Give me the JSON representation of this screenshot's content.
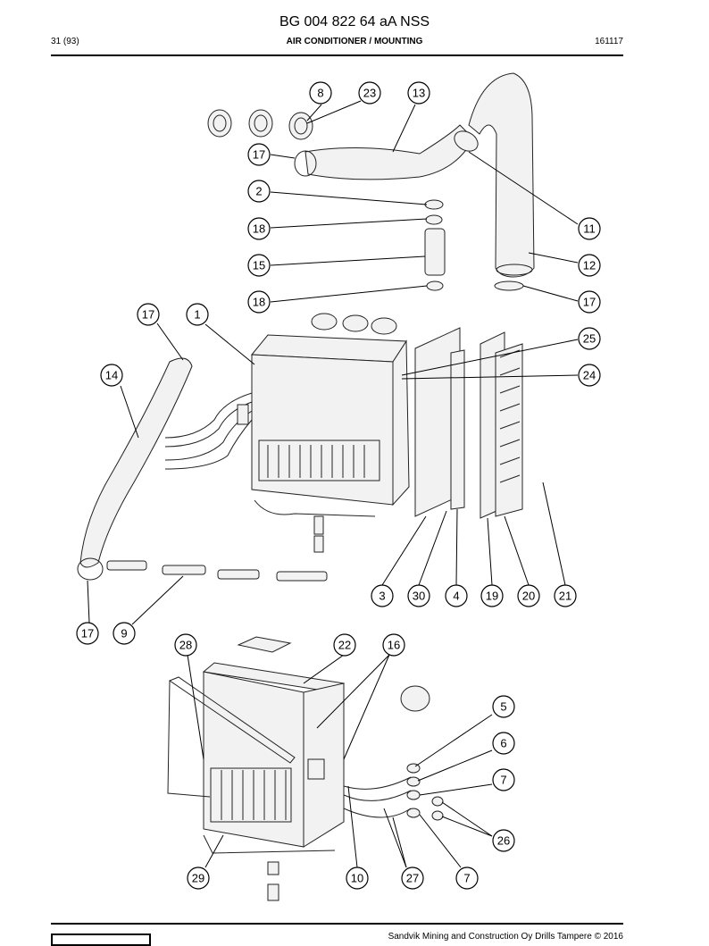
{
  "header": {
    "document_number": "BG 004 822 64 aA NSS",
    "page": "31 (93)",
    "section_title": "AIR CONDITIONER / MOUNTING",
    "date_code": "161117"
  },
  "footer": {
    "copyright": "Sandvik Mining and Construction Oy Drills Tampere © 2016"
  },
  "callouts": [
    "8",
    "23",
    "13",
    "17",
    "2",
    "18",
    "15",
    "18",
    "11",
    "12",
    "17",
    "17",
    "1",
    "25",
    "24",
    "14",
    "3",
    "30",
    "4",
    "19",
    "20",
    "21",
    "17",
    "9",
    "28",
    "22",
    "16",
    "5",
    "6",
    "7",
    "26",
    "29",
    "10",
    "27",
    "7"
  ]
}
